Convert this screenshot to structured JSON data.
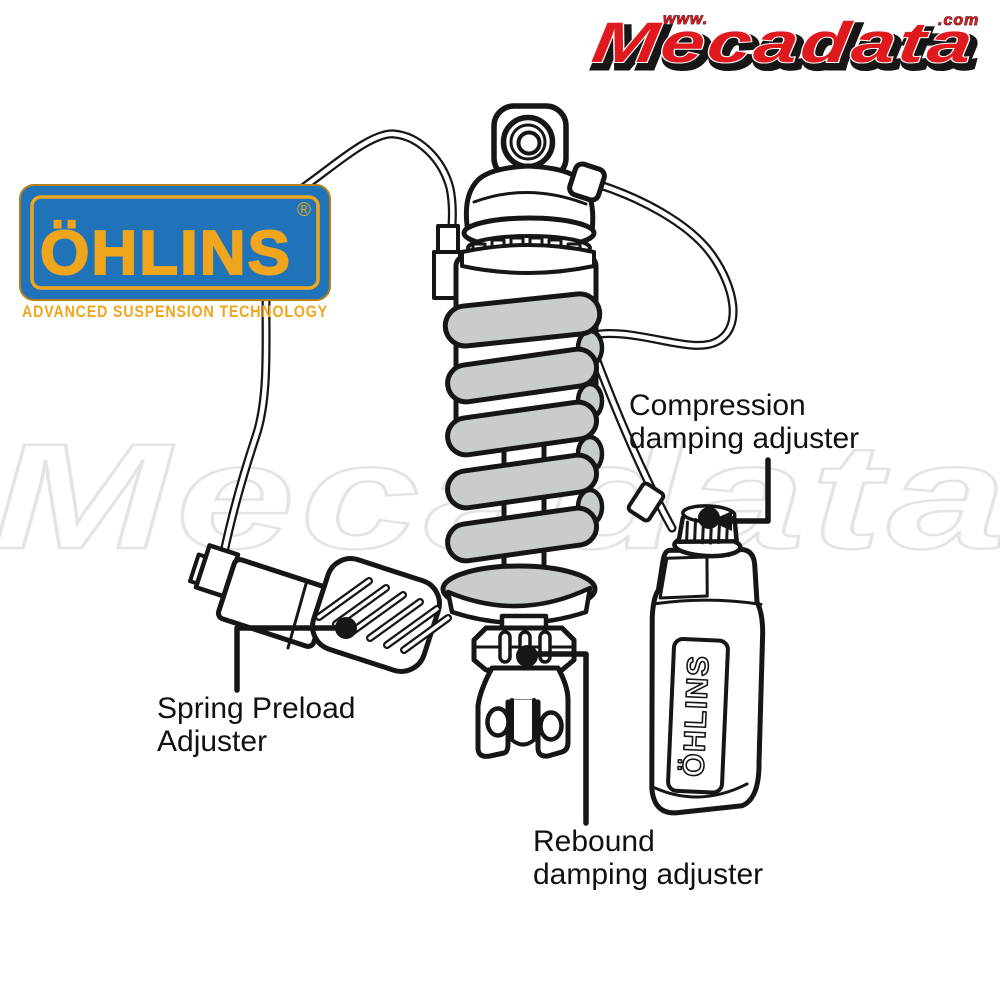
{
  "page": {
    "background": "#ffffff"
  },
  "header": {
    "mecadata_logo": {
      "www": "www.",
      "name": "Mecadata",
      "com": ".com",
      "red": "#e0191f",
      "outline": "#161616"
    }
  },
  "ohlins": {
    "wordmark": "ÖHLINS",
    "registered": "®",
    "tagline": "ADVANCED SUSPENSION TECHNOLOGY",
    "box_color": "#2173b9",
    "gold_color": "#efa61d"
  },
  "watermark": {
    "text": "Mecadata",
    "color": "#e4e4e4"
  },
  "diagram": {
    "reservoir_label": "ÖHLINS",
    "colors": {
      "line": "#161616",
      "spring": "#c9cdc9"
    },
    "callouts": {
      "compression": {
        "line1": "Compression",
        "line2": "damping adjuster"
      },
      "spring_preload": {
        "line1": "Spring Preload",
        "line2": "Adjuster"
      },
      "rebound": {
        "line1": "Rebound",
        "line2": "damping adjuster"
      }
    }
  }
}
